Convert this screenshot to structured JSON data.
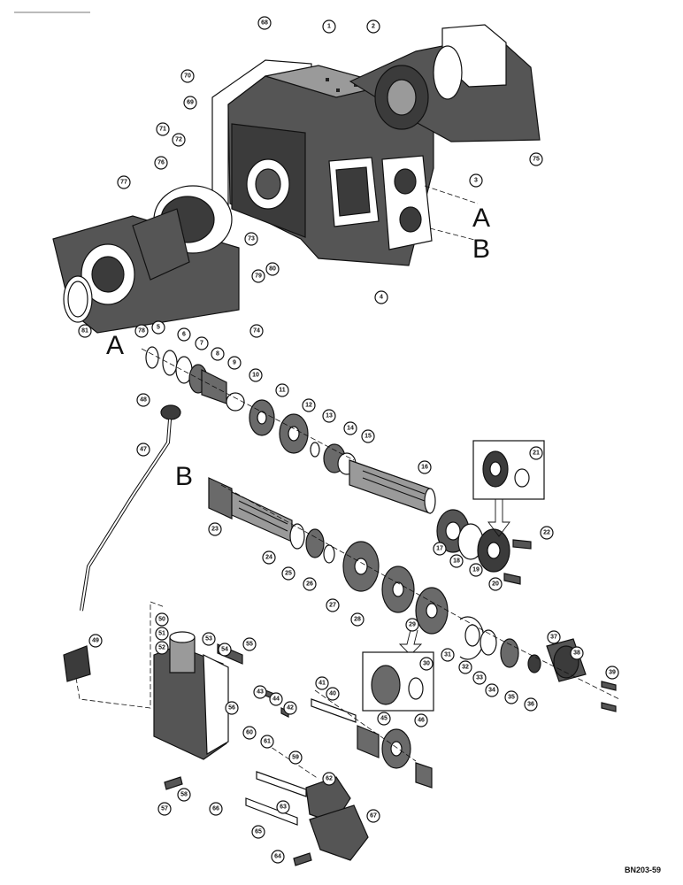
{
  "drawing_code": "BN203-59",
  "section_letters": [
    "A",
    "B"
  ],
  "callouts": [
    "1",
    "2",
    "3",
    "4",
    "5",
    "6",
    "7",
    "8",
    "9",
    "10",
    "11",
    "12",
    "13",
    "14",
    "15",
    "16",
    "17",
    "18",
    "19",
    "20",
    "21",
    "22",
    "23",
    "24",
    "25",
    "26",
    "27",
    "28",
    "29",
    "30",
    "31",
    "32",
    "33",
    "34",
    "35",
    "36",
    "37",
    "38",
    "39",
    "40",
    "41",
    "42",
    "43",
    "44",
    "45",
    "46",
    "47",
    "48",
    "49",
    "50",
    "51",
    "52",
    "53",
    "54",
    "55",
    "56",
    "57",
    "58",
    "59",
    "60",
    "61",
    "62",
    "63",
    "64",
    "65",
    "66",
    "67",
    "68",
    "69",
    "70",
    "71",
    "72",
    "73",
    "74",
    "75",
    "76",
    "77",
    "78",
    "79",
    "80",
    "81"
  ]
}
